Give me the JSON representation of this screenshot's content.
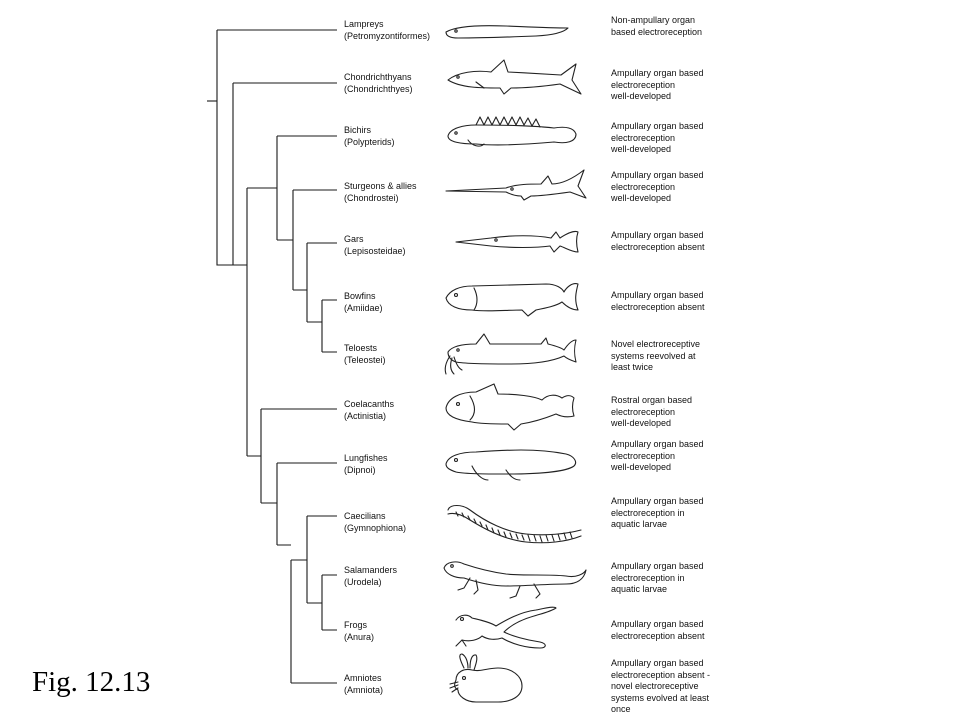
{
  "figure_label": "Fig. 12.13",
  "taxa": [
    {
      "common": "Lampreys",
      "latin": "(Petromyzontiformes)",
      "description": [
        "Non-ampullary organ",
        "based electroreception"
      ],
      "icon": "lamprey-icon"
    },
    {
      "common": "Chondrichthyans",
      "latin": "(Chondrichthyes)",
      "description": [
        "Ampullary organ based",
        "electroreception",
        "well-developed"
      ],
      "icon": "shark-icon"
    },
    {
      "common": "Bichirs",
      "latin": "(Polypterids)",
      "description": [
        "Ampullary organ based",
        "electroreception",
        "well-developed"
      ],
      "icon": "bichir-icon"
    },
    {
      "common": "Sturgeons & allies",
      "latin": "(Chondrostei)",
      "description": [
        "Ampullary organ based",
        "electroreception",
        "well-developed"
      ],
      "icon": "sturgeon-icon"
    },
    {
      "common": "Gars",
      "latin": "(Lepisosteidae)",
      "description": [
        "Ampullary organ based",
        "electroreception absent"
      ],
      "icon": "gar-icon"
    },
    {
      "common": "Bowfins",
      "latin": "(Amiidae)",
      "description": [
        "Ampullary organ based",
        "electroreception absent"
      ],
      "icon": "bowfin-icon"
    },
    {
      "common": "Teloests",
      "latin": "(Teleostei)",
      "description": [
        "Novel electroreceptive",
        "systems reevolved at",
        "least twice"
      ],
      "icon": "catfish-icon"
    },
    {
      "common": "Coelacanths",
      "latin": "(Actinistia)",
      "description": [
        "Rostral organ based",
        "electroreception",
        "well-developed"
      ],
      "icon": "coelacanth-icon"
    },
    {
      "common": "Lungfishes",
      "latin": "(Dipnoi)",
      "description": [
        "Ampullary organ based",
        "electroreception",
        "well-developed"
      ],
      "icon": "lungfish-icon"
    },
    {
      "common": "Caecilians",
      "latin": "(Gymnophiona)",
      "description": [
        "Ampullary organ based",
        "electroreception in",
        "aquatic larvae"
      ],
      "icon": "caecilian-icon"
    },
    {
      "common": "Salamanders",
      "latin": "(Urodela)",
      "description": [
        "Ampullary organ based",
        "electroreception in",
        "aquatic larvae"
      ],
      "icon": "salamander-icon"
    },
    {
      "common": "Frogs",
      "latin": "(Anura)",
      "description": [
        "Ampullary organ based",
        "electroreception absent"
      ],
      "icon": "frog-icon"
    },
    {
      "common": "Amniotes",
      "latin": "(Amniota)",
      "description": [
        "Ampullary organ based",
        "electroreception absent -",
        "novel electroreceptive",
        "systems evolved at least",
        "once"
      ],
      "icon": "rabbit-icon"
    }
  ]
}
